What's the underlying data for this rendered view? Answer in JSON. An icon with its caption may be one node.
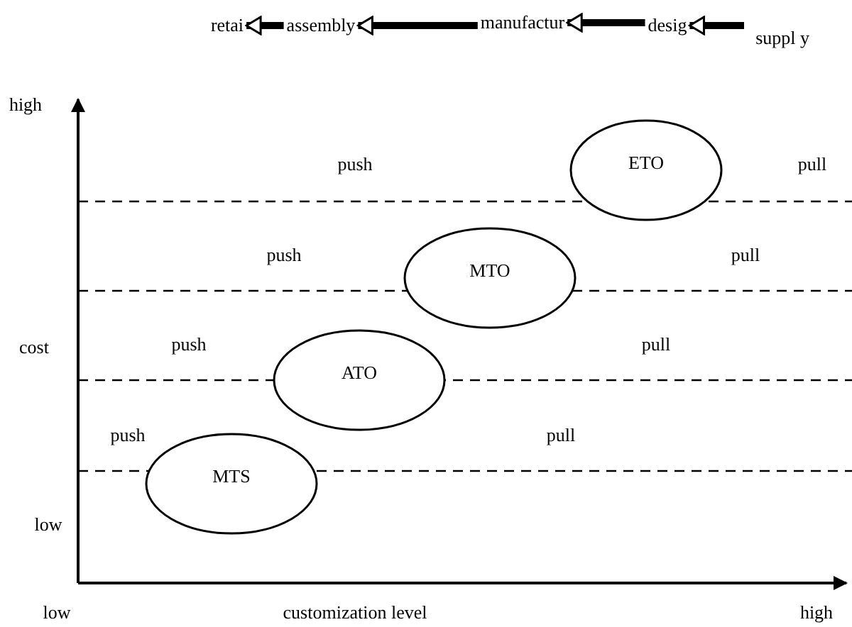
{
  "diagram": {
    "nodes": [
      {
        "text": [
          "retai"
        ]
      },
      {
        "text": [
          "assembly"
        ]
      },
      {
        "text": [
          "manufactur"
        ]
      },
      {
        "text": [
          "desig"
        ]
      },
      {
        "text": [
          "suppl y"
        ]
      },
      {
        "text": [
          "ETO"
        ]
      },
      {
        "text": [
          "MTO"
        ]
      },
      {
        "text": [
          "ATO"
        ]
      },
      {
        "text": [
          "MTS"
        ]
      }
    ],
    "edges": [
      {
        "from": 4,
        "to": 3,
        "arrow": "to"
      },
      {
        "from": 3,
        "to": 2,
        "arrow": "to"
      },
      {
        "from": 2,
        "to": 1,
        "arrow": "to"
      },
      {
        "from": 1,
        "to": 0,
        "arrow": "to"
      }
    ],
    "labels": [
      "high",
      "push",
      "pull",
      "push",
      "pull",
      "cost",
      "push",
      "pull",
      "push",
      "pull",
      "low",
      "low",
      "customization level",
      "high"
    ]
  }
}
